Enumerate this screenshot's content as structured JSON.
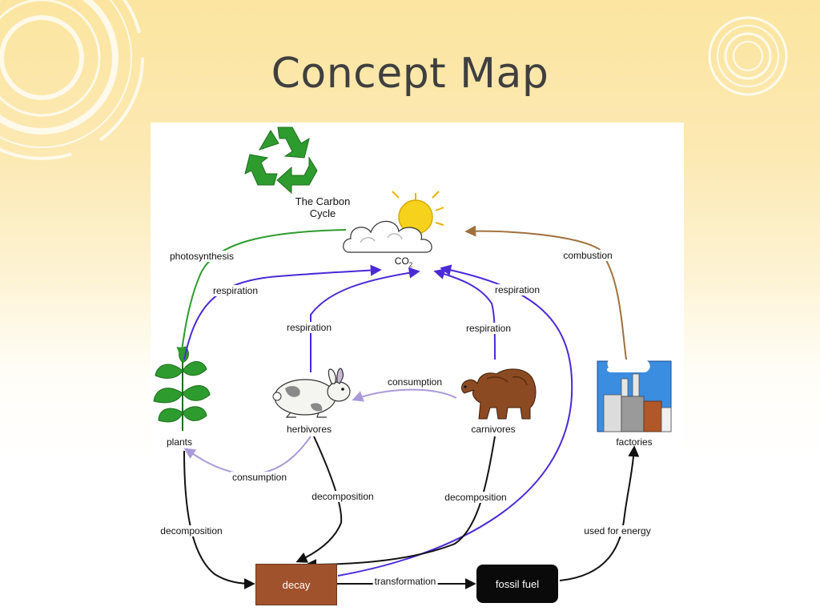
{
  "slide": {
    "title": "Concept Map"
  },
  "diagram": {
    "cycle_title_line1": "The Carbon",
    "cycle_title_line2": "Cycle",
    "nodes": {
      "co2": "CO",
      "co2_sub": "2",
      "plants": "plants",
      "herbivores": "herbivores",
      "carnivores": "carnivores",
      "factories": "factories",
      "decay": "decay",
      "fossil_fuel": "fossil fuel"
    },
    "edges": {
      "photosynthesis": "photosynthesis",
      "combustion": "combustion",
      "respiration_plants": "respiration",
      "respiration_herbivores": "respiration",
      "respiration_carnivores": "respiration",
      "respiration_decay": "respiration",
      "consumption_carnivores": "consumption",
      "consumption_herbivores": "consumption",
      "decomposition_plants": "decomposition",
      "decomposition_herbivores": "decomposition",
      "decomposition_carnivores": "decomposition",
      "transformation": "transformation",
      "used_for_energy": "used for energy"
    },
    "colors": {
      "green_arrow": "#2e9b2e",
      "purple_arrow": "#4a2ad6",
      "lavender_arrow": "#a99ad8",
      "brown_arrow": "#a0703c",
      "black_arrow": "#111111",
      "decay_box": "#a0522d",
      "fossil_box": "#0a0a0a"
    },
    "icons": [
      "recycle-icon",
      "sun-cloud-icon",
      "plant-icon",
      "rabbit-icon",
      "bear-icon",
      "factory-icon"
    ]
  }
}
